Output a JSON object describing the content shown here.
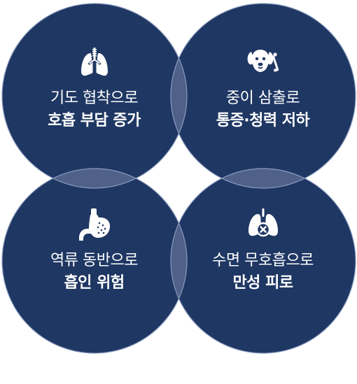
{
  "colors": {
    "circle_fill": "#1f3763",
    "circle_stroke": "#8a9bbd",
    "overlap_fill": "#4f6189",
    "text": "#ffffff"
  },
  "circles": [
    {
      "id": "tl",
      "icon": "lungs-icon",
      "line1": "기도 협착으로",
      "line2": "호흡 부담 증가"
    },
    {
      "id": "tr",
      "icon": "dog-head-icon",
      "line1": "중이 삼출로",
      "line2": "통증·청력 저하"
    },
    {
      "id": "bl",
      "icon": "stomach-icon",
      "line1": "역류 동반으로",
      "line2": "흡인 위험"
    },
    {
      "id": "br",
      "icon": "lungs-blocked-icon",
      "line1": "수면 무호흡으로",
      "line2": "만성 피로"
    }
  ]
}
